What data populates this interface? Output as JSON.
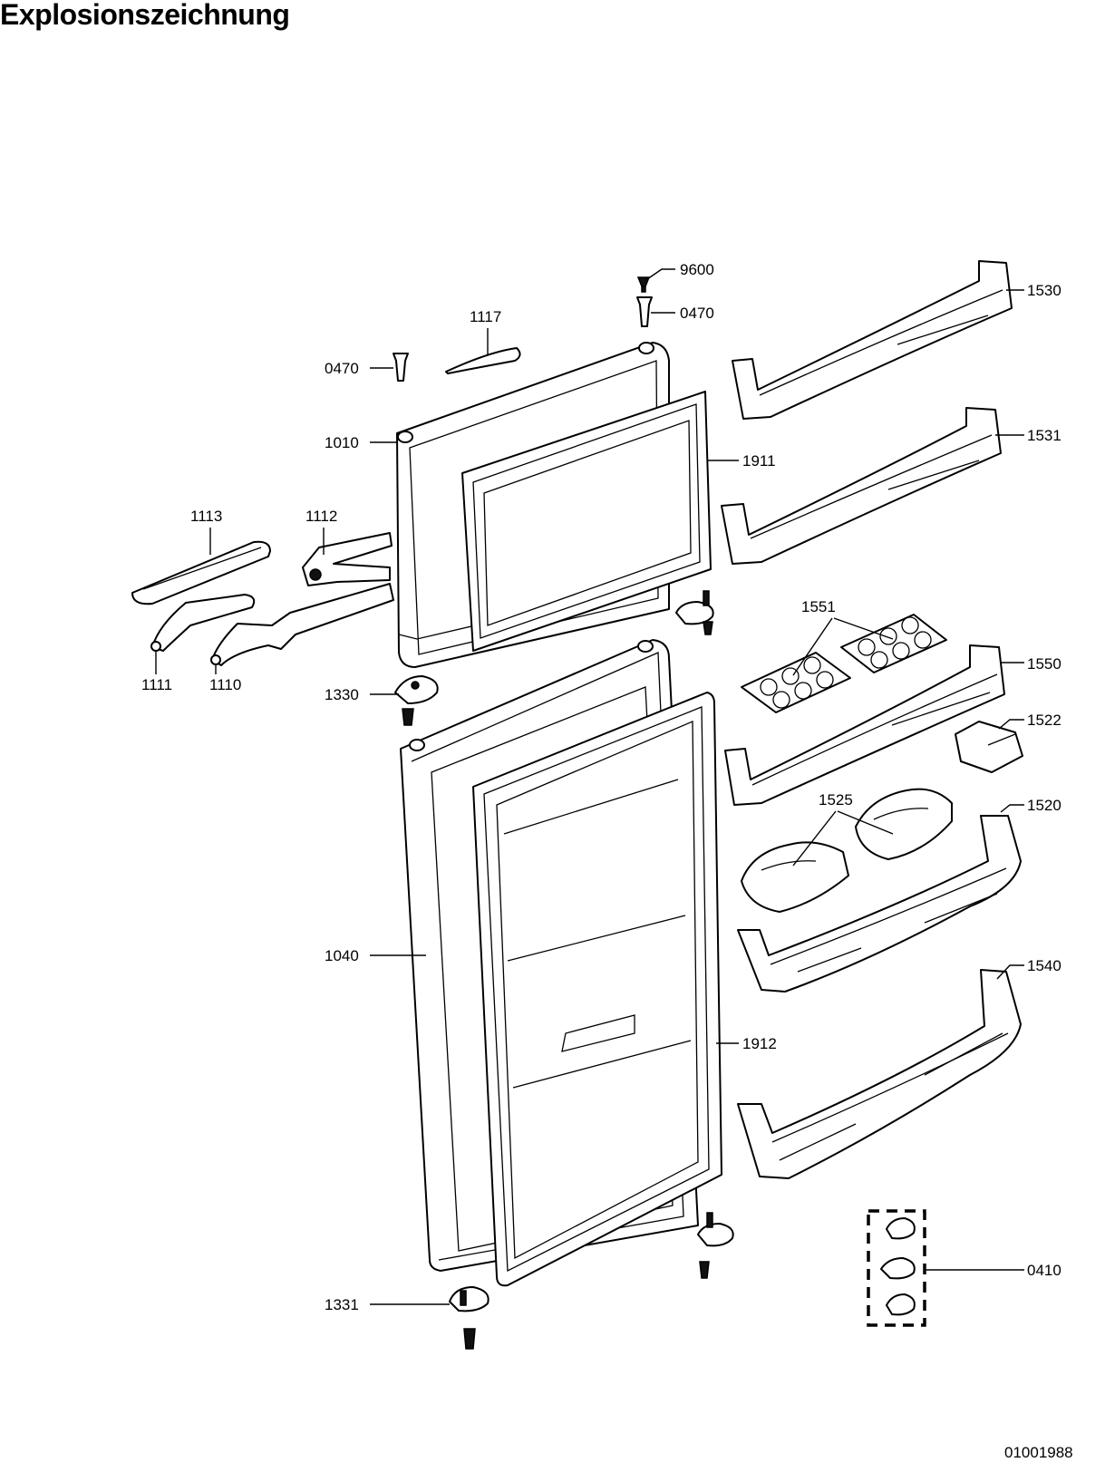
{
  "title": "Explosionszeichnung",
  "document_number": "01001988",
  "labels": {
    "l9600": "9600",
    "l0470a": "0470",
    "l0470b": "0470",
    "l1117": "1117",
    "l1530": "1530",
    "l1531": "1531",
    "l1010": "1010",
    "l1911": "1911",
    "l1113": "1113",
    "l1112": "1112",
    "l1111": "1111",
    "l1110": "1110",
    "l1551": "1551",
    "l1550": "1550",
    "l1330": "1330",
    "l1522": "1522",
    "l1525": "1525",
    "l1520": "1520",
    "l1040": "1040",
    "l1540": "1540",
    "l1912": "1912",
    "l0410": "0410",
    "l1331": "1331"
  }
}
